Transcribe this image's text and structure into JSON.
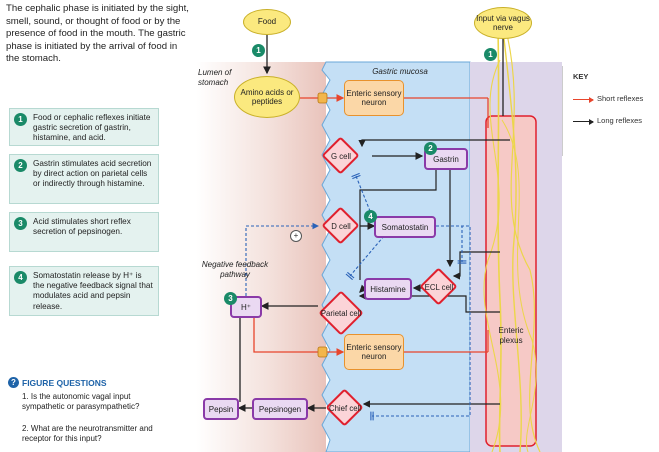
{
  "intro": "The cephalic phase is initiated by the sight, smell, sound, or thought of food or by the presence of food in the mouth. The gastric phase is initiated by the arrival of food in the stomach.",
  "steps": [
    {
      "num": "1",
      "text": "Food or cephalic reflexes initiate gastric secretion of gastrin, histamine, and acid."
    },
    {
      "num": "2",
      "text": "Gastrin stimulates acid secretion by direct action on parietal cells or indirectly through histamine."
    },
    {
      "num": "3",
      "text": "Acid stimulates short reflex secretion of pepsinogen."
    },
    {
      "num": "4",
      "text": "Somatostatin release by H⁺ is the negative feedback signal that modulates acid and pepsin release."
    }
  ],
  "figure_questions": {
    "icon": "?",
    "title": "FIGURE QUESTIONS",
    "items": [
      "1. Is the autonomic vagal input sympathetic or parasympathetic?",
      "2. What are the neurotransmitter and receptor for this input?"
    ]
  },
  "key": {
    "title": "KEY",
    "short": "Short reflexes",
    "long": "Long reflexes",
    "short_color": "#e8452c",
    "long_color": "#222222"
  },
  "diagram": {
    "food": "Food",
    "vagus": "Input via vagus nerve",
    "lumen": "Lumen of stomach",
    "mucosa": "Gastric mucosa",
    "amino": "Amino acids or peptides",
    "enteric_neuron_top": "Enteric sensory neuron",
    "enteric_neuron_bottom": "Enteric sensory neuron",
    "g_cell": "G cell",
    "gastrin": "Gastrin",
    "d_cell": "D cell",
    "somatostatin": "Somatostatin",
    "ecl_cell": "ECL cell",
    "histamine": "Histamine",
    "parietal": "Parietal cell",
    "hplus": "H⁺",
    "chief": "Chief cell",
    "pepsinogen": "Pepsinogen",
    "pepsin": "Pepsin",
    "neg_feedback": "Negative feedback pathway",
    "enteric_plexus": "Enteric plexus",
    "plus": "+",
    "badges": [
      "1",
      "1",
      "2",
      "3",
      "4"
    ]
  },
  "colors": {
    "lumen": "#f2dcd6",
    "mucosa": "#c4dff5",
    "submucosa": "#ddd6ea",
    "oval": "#fbe97f",
    "orange": "#fbd7a7",
    "red": "#e0202e",
    "purple": "#8a3aa8",
    "teal": "#1a8a68",
    "blue": "#1e63a8"
  }
}
